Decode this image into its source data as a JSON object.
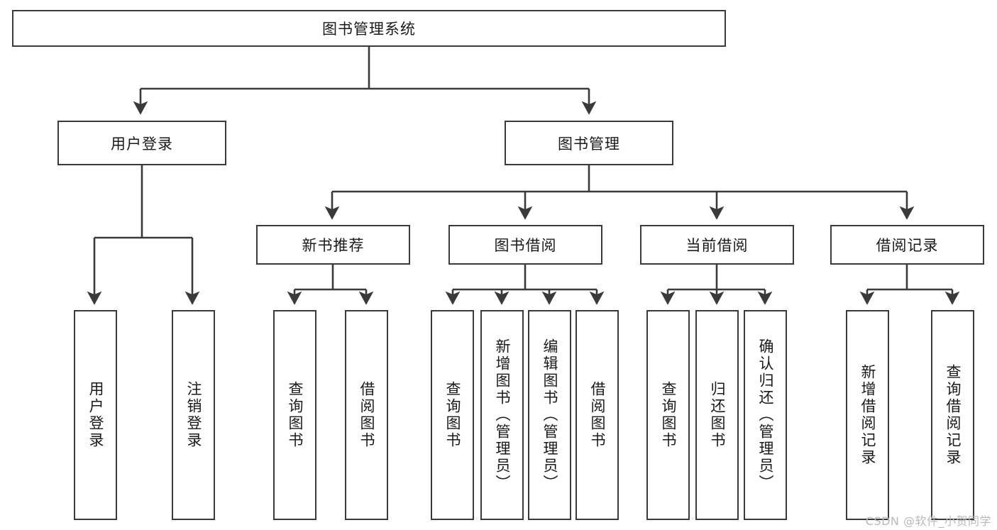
{
  "diagram": {
    "title": "图书管理系统",
    "type": "tree-hierarchy",
    "root": {
      "label": "图书管理系统"
    },
    "level1": [
      {
        "label": "用户登录"
      },
      {
        "label": "图书管理"
      }
    ],
    "level2": [
      {
        "label": "新书推荐"
      },
      {
        "label": "图书借阅"
      },
      {
        "label": "当前借阅"
      },
      {
        "label": "借阅记录"
      }
    ],
    "leaves": {
      "user_login": [
        {
          "label": "用户登录"
        },
        {
          "label": "注销登录"
        }
      ],
      "new_book_recommend": [
        {
          "label": "查询图书"
        },
        {
          "label": "借阅图书"
        }
      ],
      "book_borrow": [
        {
          "label": "查询图书"
        },
        {
          "label": "新增图书（管理员）"
        },
        {
          "label": "编辑图书（管理员）"
        },
        {
          "label": "借阅图书"
        }
      ],
      "current_borrow": [
        {
          "label": "查询图书"
        },
        {
          "label": "归还图书"
        },
        {
          "label": "确认归还（管理员）"
        }
      ],
      "borrow_record": [
        {
          "label": "新增借阅记录"
        },
        {
          "label": "查询借阅记录"
        }
      ]
    }
  },
  "watermark": {
    "text": "CSDN @软件_小贺同学"
  },
  "colors": {
    "stroke": "#3a3a3a",
    "background": "#ffffff",
    "text": "#1a1a1a",
    "watermark": "#b9b9b9"
  }
}
